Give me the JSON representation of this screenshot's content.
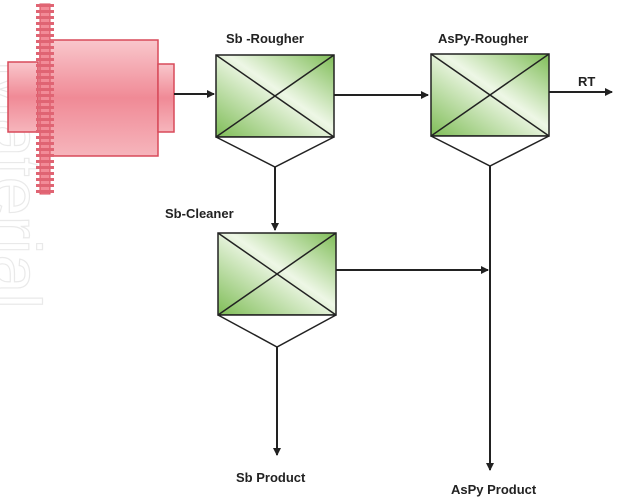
{
  "diagram": {
    "units": [
      {
        "id": "sb-rougher",
        "label": "Sb -Rougher"
      },
      {
        "id": "aspy-rougher",
        "label": "AsPy-Rougher"
      },
      {
        "id": "sb-cleaner",
        "label": "Sb-Cleaner"
      }
    ],
    "streams": [
      {
        "id": "rt",
        "label": "RT"
      },
      {
        "id": "sb-product",
        "label": "Sb Product"
      },
      {
        "id": "aspy-product",
        "label": "AsPy Product"
      }
    ],
    "watermark": "Material",
    "colors": {
      "mill_fill": "#f4a3ac",
      "mill_stroke": "#d84a5a",
      "cell_green": "#7fbd57",
      "cell_light": "#eef7e6",
      "line": "#222222"
    }
  }
}
